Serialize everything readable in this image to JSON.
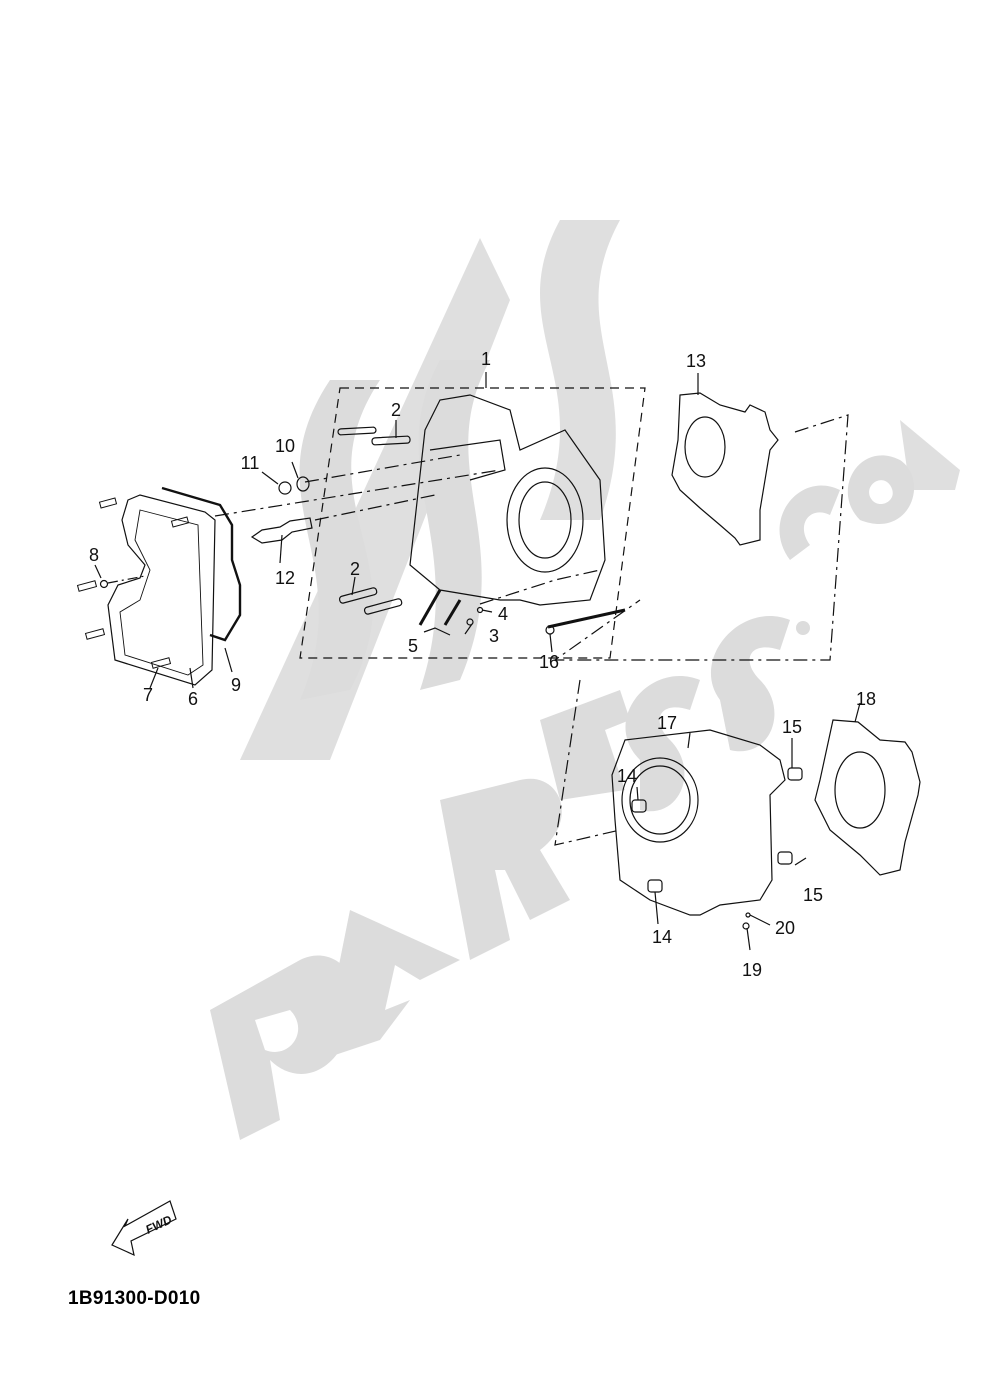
{
  "diagram": {
    "code": "1B91300-D010",
    "fwd_label": "FWD",
    "watermark": {
      "main": "PARTSS",
      "suffix": ".com",
      "color": "#dcdcdc"
    },
    "line_color": "#111111",
    "callouts": [
      {
        "id": "1",
        "label": "1"
      },
      {
        "id": "2a",
        "label": "2"
      },
      {
        "id": "2b",
        "label": "2"
      },
      {
        "id": "3",
        "label": "3"
      },
      {
        "id": "4",
        "label": "4"
      },
      {
        "id": "5",
        "label": "5"
      },
      {
        "id": "6",
        "label": "6"
      },
      {
        "id": "7",
        "label": "7"
      },
      {
        "id": "8",
        "label": "8"
      },
      {
        "id": "9",
        "label": "9"
      },
      {
        "id": "10",
        "label": "10"
      },
      {
        "id": "11",
        "label": "11"
      },
      {
        "id": "12",
        "label": "12"
      },
      {
        "id": "13",
        "label": "13"
      },
      {
        "id": "14a",
        "label": "14"
      },
      {
        "id": "14b",
        "label": "14"
      },
      {
        "id": "15a",
        "label": "15"
      },
      {
        "id": "15b",
        "label": "15"
      },
      {
        "id": "16",
        "label": "16"
      },
      {
        "id": "17",
        "label": "17"
      },
      {
        "id": "18",
        "label": "18"
      },
      {
        "id": "19",
        "label": "19"
      },
      {
        "id": "20",
        "label": "20"
      }
    ]
  }
}
